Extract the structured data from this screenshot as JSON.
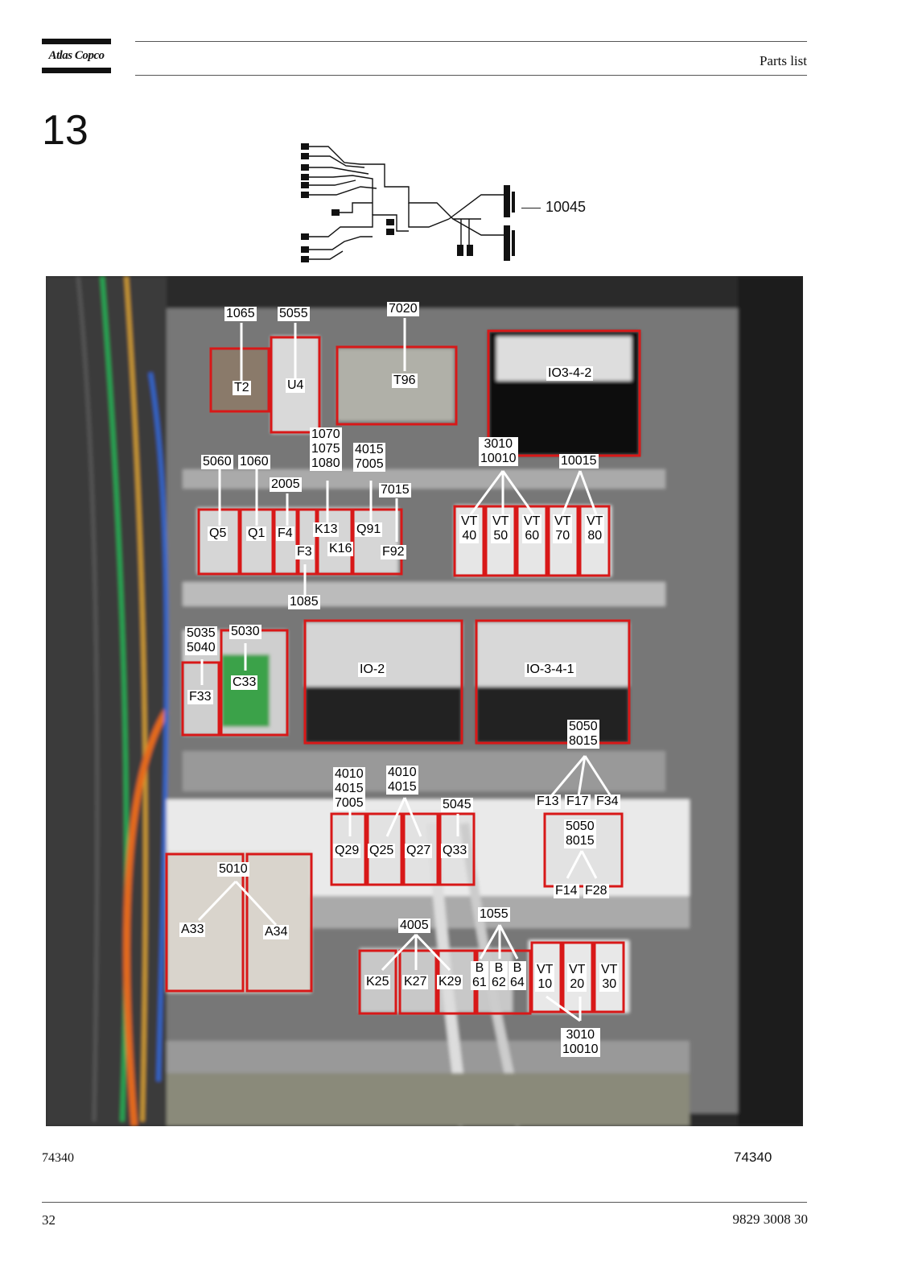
{
  "header": {
    "brand": "Atlas Copco",
    "title": "Parts list"
  },
  "section_number": "13",
  "harness_callout": "10045",
  "photo_callouts": [
    "1065",
    "5055",
    "7020",
    "T2",
    "U4",
    "T96",
    "IO3-4-2",
    "1070\n1075\n1080",
    "4015\n7005",
    "3010\n10010",
    "10015",
    "5060",
    "1060",
    "2005",
    "7015",
    "Q5",
    "Q1",
    "F4",
    "K13",
    "Q91",
    "F3",
    "K16",
    "F92",
    "1085",
    "VT\n40",
    "VT\n50",
    "VT\n60",
    "VT\n70",
    "VT\n80",
    "5035\n5040",
    "5030",
    "C33",
    "F33",
    "IO-2",
    "IO-3-4-1",
    "5050\n8015",
    "F13",
    "F17",
    "F34",
    "5050\n8015",
    "F14",
    "F28",
    "4010\n4015\n7005",
    "4010\n4015",
    "5045",
    "Q29",
    "Q25",
    "Q27",
    "Q33",
    "5010",
    "A33",
    "A34",
    "4005",
    "1055",
    "K25",
    "K27",
    "K29",
    "B\n61",
    "B\n62",
    "B\n64",
    "VT\n10",
    "VT\n20",
    "VT\n30",
    "3010\n10010"
  ],
  "footer": {
    "figure_left": "74340",
    "figure_right": "74340",
    "page_number": "32",
    "document_number": "9829 3008 30"
  }
}
